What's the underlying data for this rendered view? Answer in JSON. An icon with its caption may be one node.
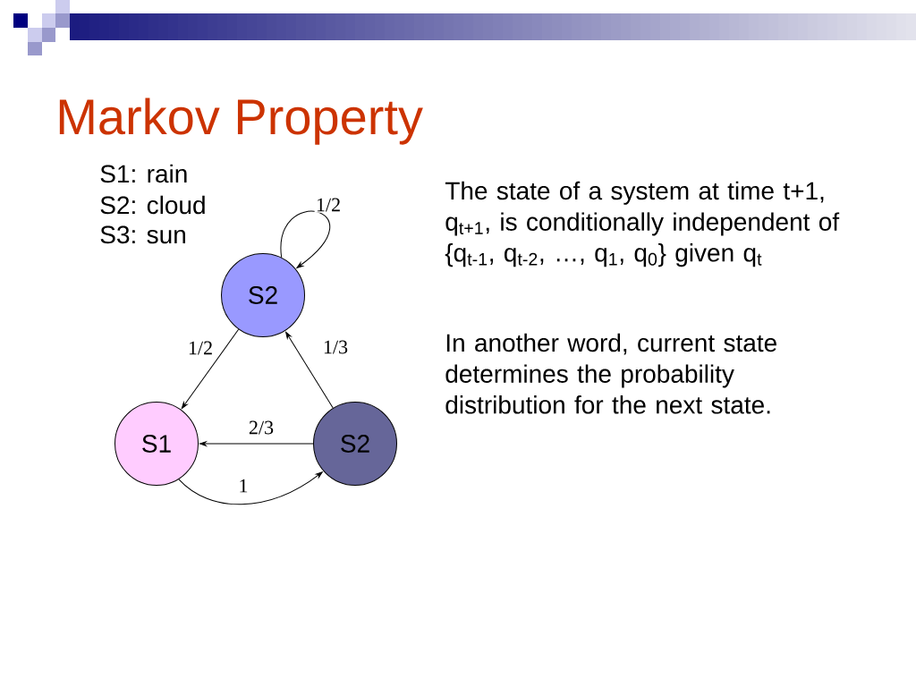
{
  "diagram": {
    "title": "Markov Property",
    "nodes": [
      {
        "text": [
          "S2"
        ]
      },
      {
        "text": [
          "S1"
        ]
      },
      {
        "text": [
          "S2"
        ]
      }
    ],
    "edges": [
      {
        "from": 0,
        "to": 0,
        "arrow": "to",
        "label": "1/2"
      },
      {
        "from": 0,
        "to": 1,
        "arrow": "to",
        "label": "1/2"
      },
      {
        "from": 2,
        "to": 0,
        "arrow": "to",
        "label": "1/3"
      },
      {
        "from": 2,
        "to": 1,
        "arrow": "to",
        "label": "2/3"
      },
      {
        "from": 1,
        "to": 2,
        "arrow": "to",
        "label": "1"
      }
    ],
    "labels": [
      "S1: rain",
      "S2: cloud",
      "S3: sun",
      "The state of a system at time t+1, q$_{t+1}$, is conditionally independent of {q$_{t-1}$, q$_{t-2}$, …, q$_{1}$, q$_{0}$} given q$_{t}$",
      "In another word, current state determines the probability distribution for the next state."
    ]
  }
}
